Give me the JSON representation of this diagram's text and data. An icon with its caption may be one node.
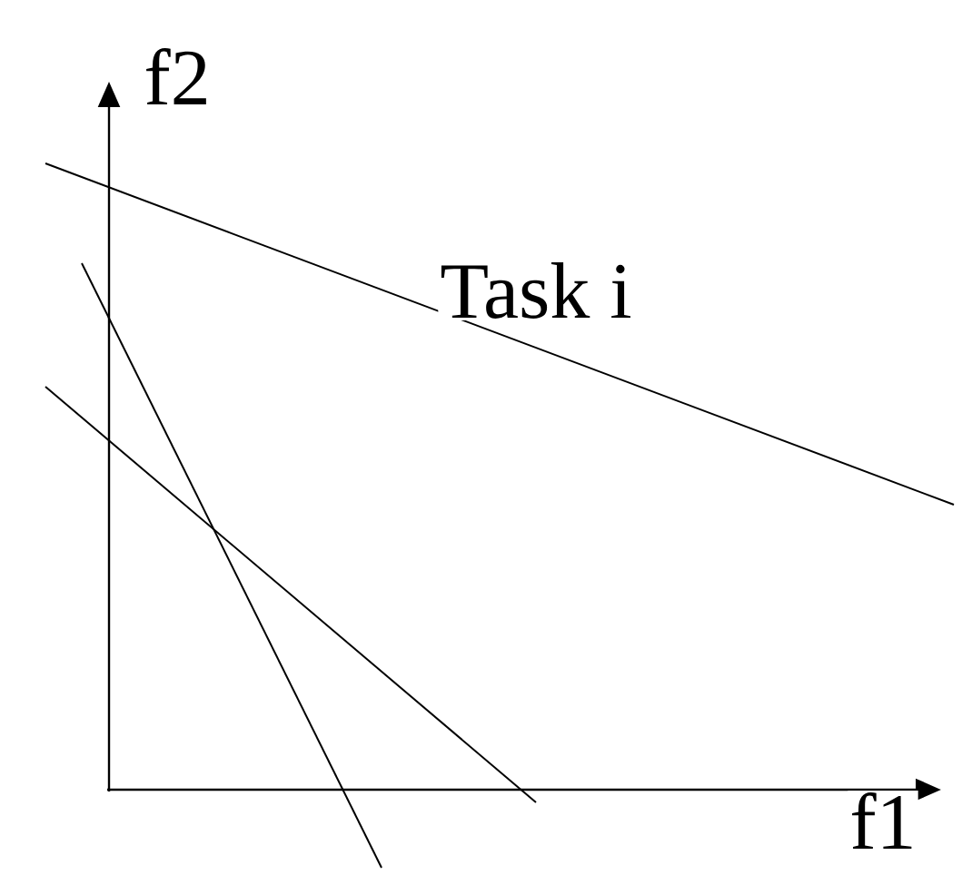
{
  "diagram": {
    "labels": [
      "f2",
      "Task i",
      "f1"
    ]
  }
}
